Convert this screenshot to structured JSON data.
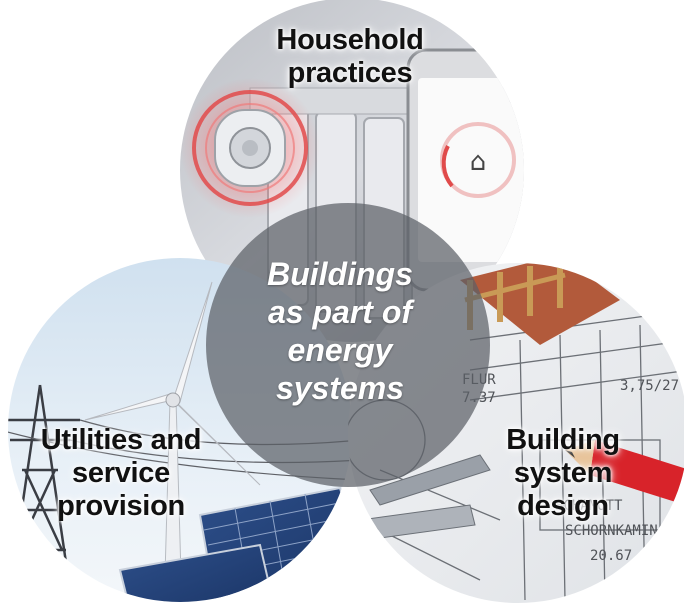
{
  "diagram": {
    "center": {
      "lines": [
        "Buildings",
        "as part of",
        "energy",
        "systems"
      ]
    },
    "circles": [
      {
        "id": "household",
        "lines": [
          "Household",
          "practices"
        ],
        "icon": "smart-thermostat-radiator-photo"
      },
      {
        "id": "utilities",
        "lines": [
          "Utilities and",
          "service",
          "provision"
        ],
        "icon": "wind-turbine-solar-panel-photo"
      },
      {
        "id": "design",
        "lines": [
          "Building",
          "system",
          "design"
        ],
        "icon": "blueprint-drawing-photo"
      }
    ],
    "smartphone": {
      "value_symbol": "⌂"
    },
    "blueprint_texts": [
      "FLUR",
      "7.37",
      "SCHAMOTT",
      "SCHORNKAMIN",
      "20.67",
      "3,75/27"
    ]
  }
}
